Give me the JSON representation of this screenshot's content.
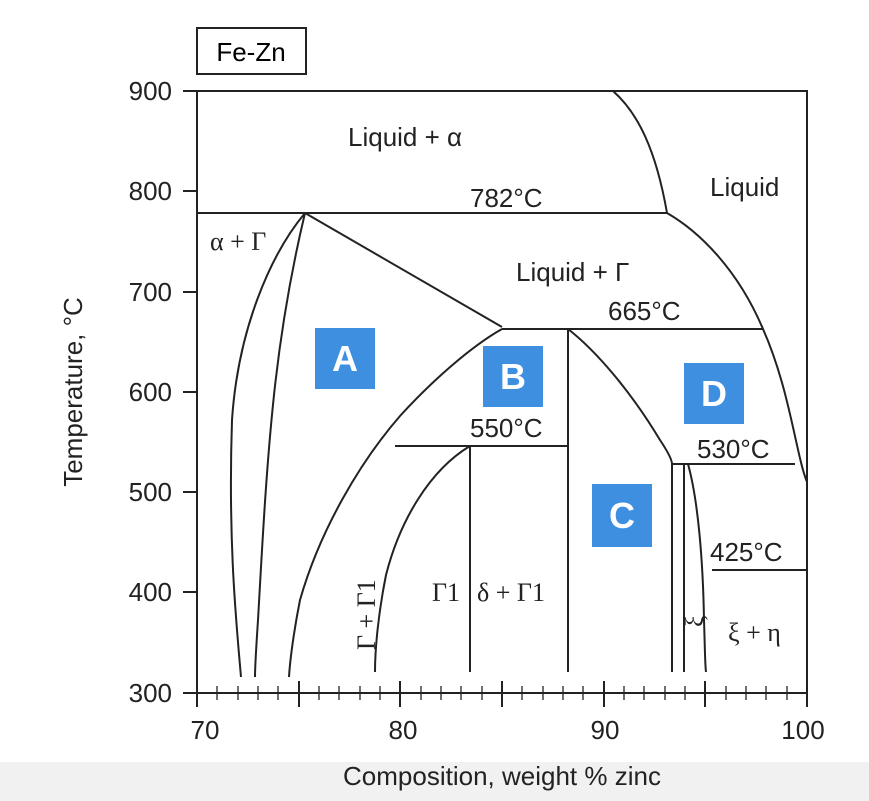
{
  "title": "Fe-Zn",
  "axes": {
    "x_label": "Composition, weight % zinc",
    "y_label": "Temperature, °C",
    "x_ticks": [
      "70",
      "80",
      "90",
      "100"
    ],
    "y_ticks": [
      "300",
      "400",
      "500",
      "600",
      "700",
      "800",
      "900"
    ]
  },
  "isotherms": {
    "t782": "782°C",
    "t665": "665°C",
    "t550": "550°C",
    "t530": "530°C",
    "t425": "425°C"
  },
  "phase_labels": {
    "liquid_alpha": "Liquid  +  α",
    "liquid": "Liquid",
    "alpha_gamma": "α + Γ",
    "liquid_gamma": "Liquid + Γ",
    "gamma_gamma1": "Γ + Γ1",
    "gamma1": "Γ1",
    "delta_gamma1": "δ + Γ1",
    "xi": "ξ",
    "xi_eta": "ξ + η"
  },
  "regions": {
    "a": "A",
    "b": "B",
    "c": "C",
    "d": "D"
  },
  "colors": {
    "region_box": "#3e8fe0",
    "lines": "#222222"
  }
}
